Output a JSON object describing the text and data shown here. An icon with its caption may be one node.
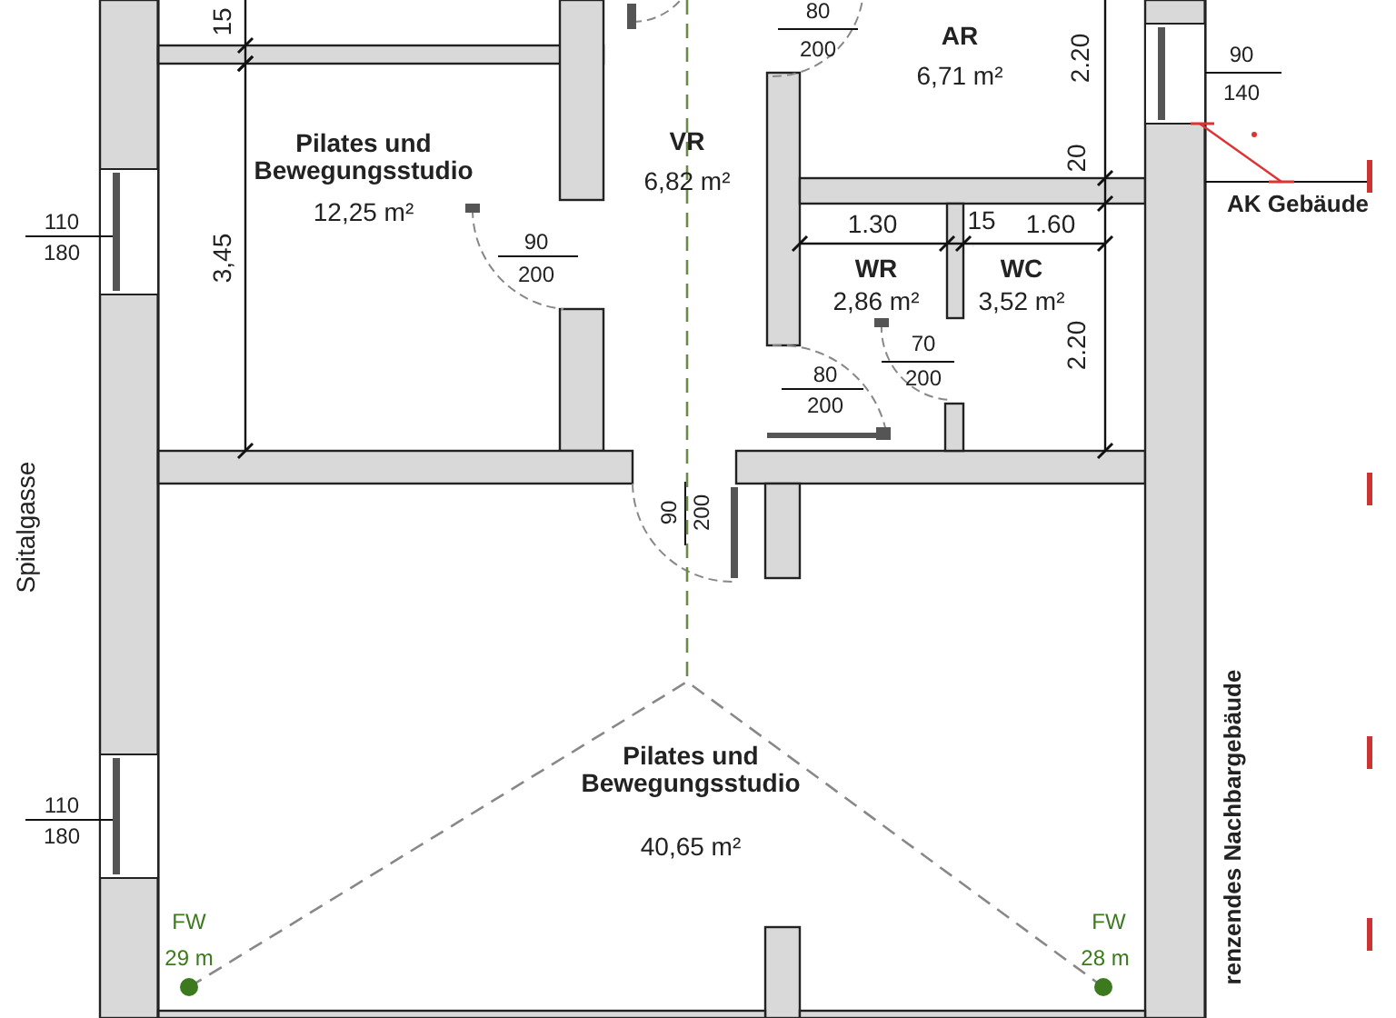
{
  "diagram": {
    "nodes": [
      {
        "text": [
          "Pilates und Bewegungsstudio",
          "12,25 m²"
        ]
      },
      {
        "text": [
          "VR",
          "6,82 m²"
        ]
      },
      {
        "text": [
          "AR",
          "6,71 m²"
        ]
      },
      {
        "text": [
          "WR",
          "2,86 m²"
        ]
      },
      {
        "text": [
          "WC",
          "3,52 m²"
        ]
      },
      {
        "text": [
          "Pilates und Bewegungsstudio",
          "40,65 m²"
        ]
      }
    ],
    "labels": [
      "15",
      "80",
      "200",
      "2.20",
      "90",
      "140",
      "110",
      "180",
      "3,45",
      "90",
      "200",
      "20",
      "AK Gebäude",
      "1.30",
      "15",
      "1.60",
      "70",
      "200",
      "2.20",
      "80",
      "200",
      "Spitalgasse",
      "90",
      "200",
      "renzendes Nachbargebäude",
      "110",
      "180",
      "FW",
      "29 m",
      "FW",
      "28 m"
    ]
  }
}
